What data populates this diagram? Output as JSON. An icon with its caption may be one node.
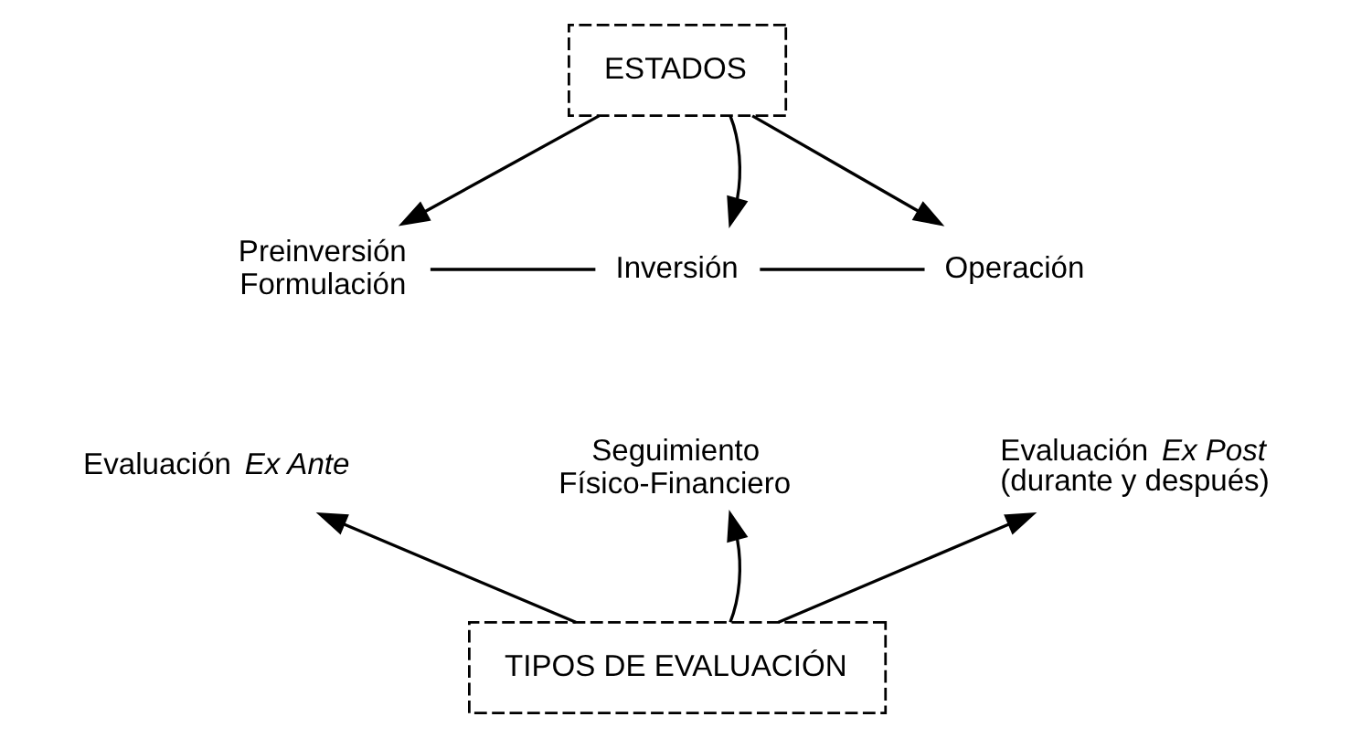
{
  "diagram": {
    "nodes": [
      {
        "text": [
          "ESTADOS"
        ]
      },
      {
        "text": [
          "Preinversión Formulación"
        ]
      },
      {
        "text": [
          "Inversión"
        ]
      },
      {
        "text": [
          "Operación"
        ]
      },
      {
        "text": [
          "Evaluación *Ex Ante*"
        ]
      },
      {
        "text": [
          "Seguimiento Físico-Financiero"
        ]
      },
      {
        "text": [
          "Evaluación *Ex Post* (durante y después)"
        ]
      },
      {
        "text": [
          "TIPOS DE EVALUACIÓN"
        ]
      }
    ],
    "edges": [
      {
        "from": 0,
        "to": 1,
        "arrow": "to"
      },
      {
        "from": 0,
        "to": 2,
        "arrow": "to"
      },
      {
        "from": 0,
        "to": 3,
        "arrow": "to"
      },
      {
        "from": 1,
        "to": 2,
        "arrow": "none"
      },
      {
        "from": 2,
        "to": 3,
        "arrow": "none"
      },
      {
        "from": 7,
        "to": 4,
        "arrow": "to"
      },
      {
        "from": 7,
        "to": 5,
        "arrow": "to"
      },
      {
        "from": 7,
        "to": 6,
        "arrow": "to"
      }
    ]
  }
}
